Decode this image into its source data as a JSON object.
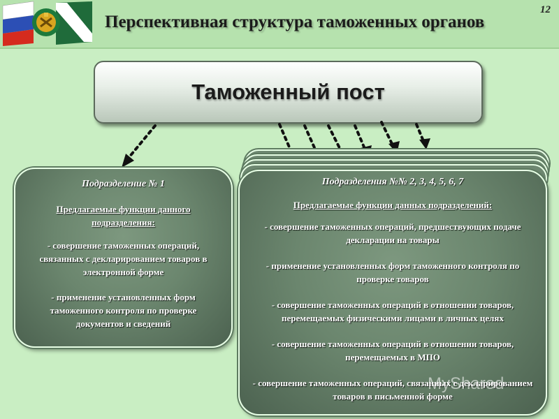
{
  "header": {
    "title": "Перспективная структура таможенных органов",
    "page_number": "12"
  },
  "post": {
    "title": "Таможенный пост"
  },
  "unit1": {
    "title": "Подразделение № 1",
    "intro": "Предлагаемые функции данного подразделения:",
    "items": [
      "- совершение таможенных операций, связанных с декларированием товаров в электронной форме",
      "- применение установленных форм таможенного контроля по проверке документов и сведений"
    ]
  },
  "units": {
    "title": "Подразделения №№ 2, 3, 4, 5, 6, 7",
    "intro": "Предлагаемые функции данных подразделений:",
    "items": [
      "- совершение таможенных операций, предшествующих подаче декларации на товары",
      "- применение установленных форм таможенного контроля по проверке товаров",
      "- совершение таможенных операций в отношении товаров, перемещаемых физическими лицами в личных целях",
      "- совершение таможенных операций в отношении товаров, перемещаемых в МПО",
      "- совершение таможенных операций, связанных с декларированием товаров в письменной форме"
    ]
  },
  "watermark": "MyShared"
}
